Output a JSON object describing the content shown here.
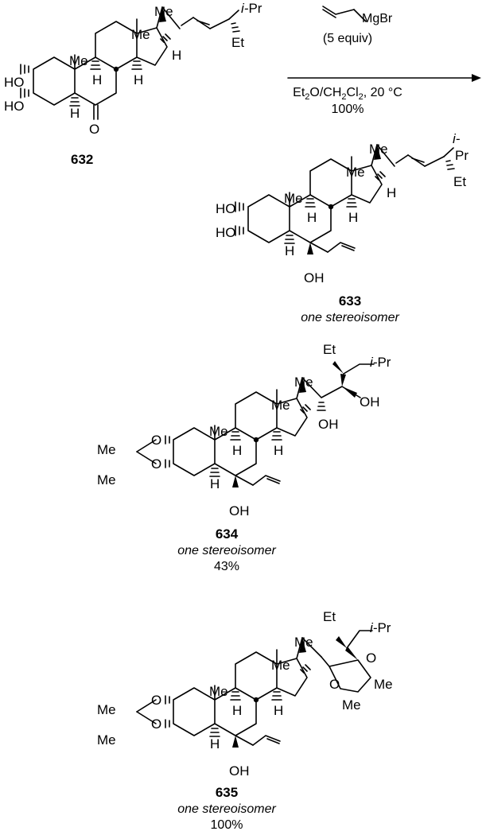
{
  "reaction": {
    "reagent_formula": "MgBr",
    "equivalents": "(5 equiv)",
    "conditions": {
      "pre": "Et",
      "sub1": "2",
      "mid": "O/CH",
      "sub2": "2",
      "mid2": "Cl",
      "sub3": "2",
      "post": ", 20 °C"
    },
    "yield": "100%"
  },
  "atoms": {
    "me": "Me",
    "ipr": "i-Pr",
    "ipr_i": "i-",
    "ipr_pr": "Pr",
    "et": "Et",
    "h": "H",
    "ho": "HO",
    "oh": "OH",
    "o": "O"
  },
  "compounds": [
    {
      "id": "632",
      "note": "",
      "yield": ""
    },
    {
      "id": "633",
      "note": "one stereoisomer",
      "yield": ""
    },
    {
      "id": "634",
      "note": "one stereoisomer",
      "yield": "43%"
    },
    {
      "id": "635",
      "note": "one stereoisomer",
      "yield": "100%"
    }
  ]
}
